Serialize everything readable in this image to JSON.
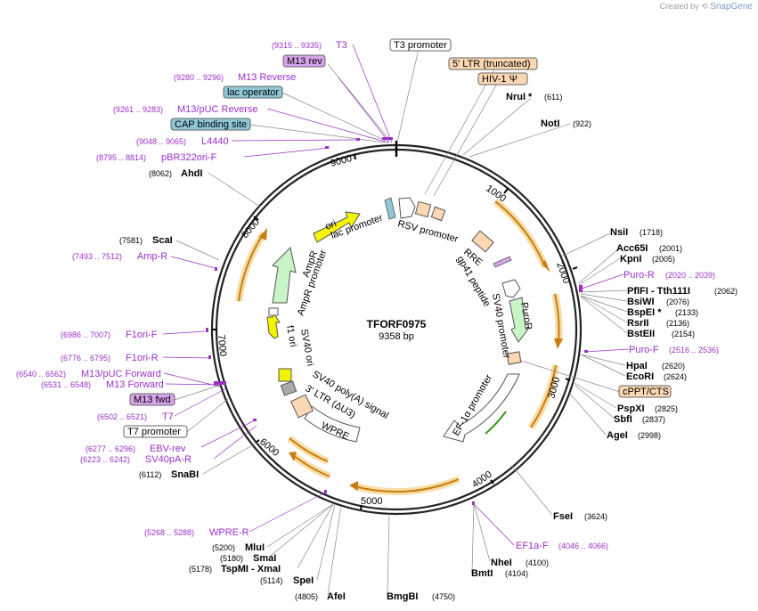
{
  "credit": {
    "prefix": "Created by",
    "brand": "SnapGene"
  },
  "plasmid": {
    "name": "TFORF0975",
    "size": "9358 bp"
  },
  "ticks": [
    "1000",
    "2000",
    "3000",
    "4000",
    "5000",
    "6000",
    "7000",
    "8000",
    "9000"
  ],
  "enzymes": [
    {
      "name": "NruI *",
      "pos": "(611)"
    },
    {
      "name": "NotI",
      "pos": "(922)"
    },
    {
      "name": "NsiI",
      "pos": "(1718)"
    },
    {
      "name": "Acc65I",
      "pos": "(2001)"
    },
    {
      "name": "KpnI",
      "pos": "(2005)"
    },
    {
      "name": "PflFI - Tth111I",
      "pos": "(2062)"
    },
    {
      "name": "BsiWI",
      "pos": "(2076)"
    },
    {
      "name": "BspEI *",
      "pos": "(2133)"
    },
    {
      "name": "RsrII",
      "pos": "(2136)"
    },
    {
      "name": "BstEII",
      "pos": "(2154)"
    },
    {
      "name": "HpaI",
      "pos": "(2620)"
    },
    {
      "name": "EcoRI",
      "pos": "(2624)"
    },
    {
      "name": "PspXI",
      "pos": "(2825)"
    },
    {
      "name": "SbfI",
      "pos": "(2837)"
    },
    {
      "name": "AgeI",
      "pos": "(2998)"
    },
    {
      "name": "FseI",
      "pos": "(3624)"
    },
    {
      "name": "NheI",
      "pos": "(4100)"
    },
    {
      "name": "BmtI",
      "pos": "(4104)"
    },
    {
      "name": "BmgBI",
      "pos": "(4750)"
    },
    {
      "name": "AfeI",
      "pos": "(4805)"
    },
    {
      "name": "SpeI",
      "pos": "(5114)"
    },
    {
      "name": "TspMI - XmaI",
      "pos": "(5178)"
    },
    {
      "name": "SmaI",
      "pos": "(5180)"
    },
    {
      "name": "MluI",
      "pos": "(5200)"
    },
    {
      "name": "SnaBI",
      "pos": "(6112)"
    },
    {
      "name": "ScaI",
      "pos": "(7581)"
    },
    {
      "name": "AhdI",
      "pos": "(8062)"
    }
  ],
  "primers": [
    {
      "name": "T3",
      "pos": "(9315 .. 9335)"
    },
    {
      "name": "M13 Reverse",
      "pos": "(9280 .. 9296)"
    },
    {
      "name": "M13/pUC Reverse",
      "pos": "(9261 .. 9283)"
    },
    {
      "name": "L4440",
      "pos": "(9048 .. 9065)"
    },
    {
      "name": "pBR322ori-F",
      "pos": "(8795 .. 8814)"
    },
    {
      "name": "Amp-R",
      "pos": "(7493 .. 7512)"
    },
    {
      "name": "F1ori-F",
      "pos": "(6986 .. 7007)"
    },
    {
      "name": "F1ori-R",
      "pos": "(6776 .. 6795)"
    },
    {
      "name": "M13/pUC Forward",
      "pos": "(6540 .. 6562)"
    },
    {
      "name": "M13 Forward",
      "pos": "(6531 .. 6548)"
    },
    {
      "name": "T7",
      "pos": "(6502 .. 6521)"
    },
    {
      "name": "EBV-rev",
      "pos": "(6277 .. 6296)"
    },
    {
      "name": "SV40pA-R",
      "pos": "(6223 .. 6242)"
    },
    {
      "name": "WPRE-R",
      "pos": "(5268 .. 5288)"
    },
    {
      "name": "Puro-R",
      "pos": "(2020 .. 2039)"
    },
    {
      "name": "Puro-F",
      "pos": "(2516 .. 2536)"
    },
    {
      "name": "EF1a-F",
      "pos": "(4046 .. 4066)"
    }
  ],
  "boxes": [
    {
      "text": "T3 promoter",
      "fill": "#ffffff"
    },
    {
      "text": "M13 rev",
      "fill": "#d9a3ec"
    },
    {
      "text": "lac operator",
      "fill": "#8fc7d6"
    },
    {
      "text": "CAP binding site",
      "fill": "#8fc7d6"
    },
    {
      "text": "5' LTR (truncated)",
      "fill": "#fbd7b2"
    },
    {
      "text": "HIV-1 Ψ",
      "fill": "#fbd7b2"
    },
    {
      "text": "cPPT/CTS",
      "fill": "#fbd7b2"
    },
    {
      "text": "M13 fwd",
      "fill": "#d9a3ec"
    },
    {
      "text": "T7 promoter",
      "fill": "#ffffff"
    }
  ],
  "features": [
    {
      "text": "lac promoter"
    },
    {
      "text": "RSV promoter"
    },
    {
      "text": "RRE"
    },
    {
      "text": "gp41 peptide"
    },
    {
      "text": "SV40 promoter"
    },
    {
      "text": "PuroR"
    },
    {
      "text": "EF-1α promoter"
    },
    {
      "text": "WPRE"
    },
    {
      "text": "3' LTR (ΔU3)"
    },
    {
      "text": "SV40 poly(A) signal"
    },
    {
      "text": "SV40 ori"
    },
    {
      "text": "f1 ori"
    },
    {
      "text": "AmpR promoter"
    },
    {
      "text": "AmpR"
    },
    {
      "text": "ori"
    }
  ],
  "colors": {
    "primer": "#9b30c8",
    "orf": "#d08a1a",
    "ori": "#f4f400",
    "ampr": "#c8f5c8",
    "ltr": "#fbd7b2",
    "lac": "#8fc7d6",
    "puro": "#c8f5c8",
    "backbone": "#222222"
  }
}
